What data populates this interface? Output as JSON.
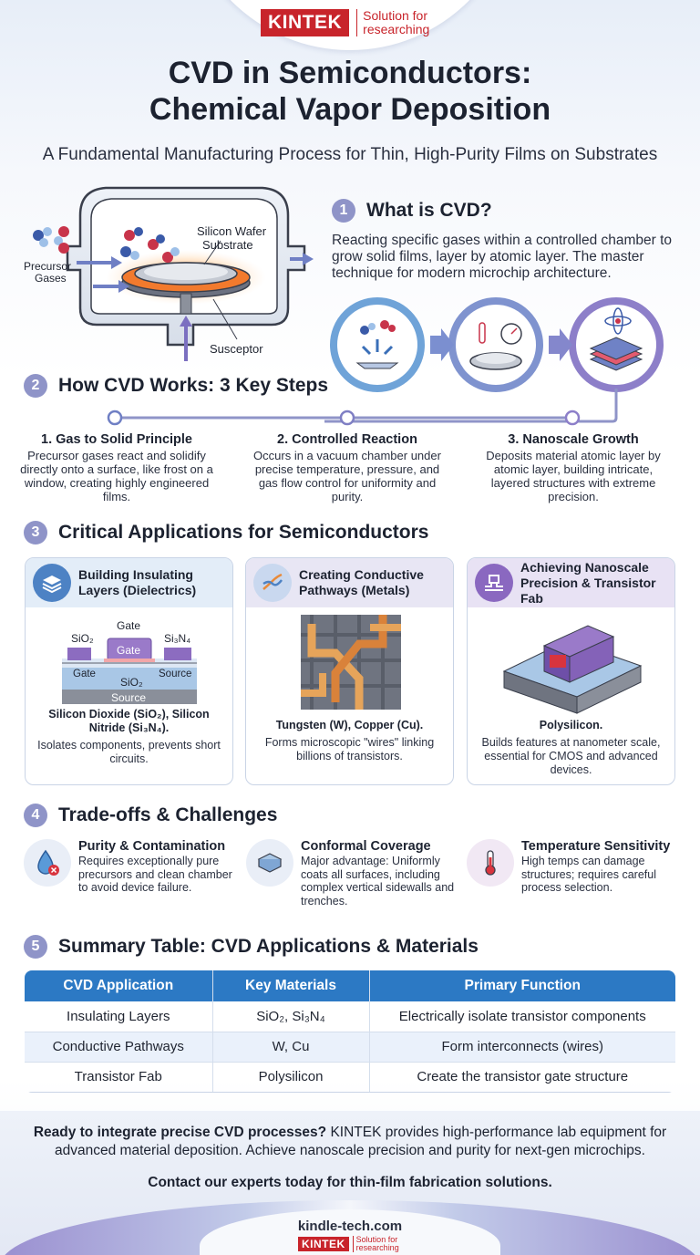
{
  "brand": {
    "logo": "KINTEK",
    "tagline_1": "Solution for",
    "tagline_2": "researching",
    "url": "kindle-tech.com",
    "color": "#c8242b"
  },
  "title_line1": "CVD in Semiconductors:",
  "title_line2": "Chemical Vapor Deposition",
  "subtitle": "A Fundamental Manufacturing Process for Thin, High-Purity Films on Substrates",
  "diagram": {
    "wafer_1": "Silicon Wafer",
    "wafer_2": "Substrate",
    "gases_1": "Precursor",
    "gases_2": "Gases",
    "susceptor": "Susceptor"
  },
  "sections": [
    {
      "num": "1",
      "title": "What is CVD?"
    },
    {
      "num": "2",
      "title": "How CVD Works: 3 Key Steps"
    },
    {
      "num": "3",
      "title": "Critical Applications for Semiconductors"
    },
    {
      "num": "4",
      "title": "Trade-offs & Challenges"
    },
    {
      "num": "5",
      "title": "Summary Table: CVD Applications & Materials"
    }
  ],
  "what_is": "Reacting specific gases within a controlled chamber to grow solid films, layer by atomic layer. The master technique for modern microchip architecture.",
  "steps": [
    {
      "title": "1. Gas to Solid Principle",
      "text": "Precursor gases react and solidify directly onto a surface, like frost on a window, creating highly engineered films."
    },
    {
      "title": "2. Controlled Reaction",
      "text": "Occurs in a vacuum chamber under precise temperature, pressure, and gas flow control for uniformity and purity."
    },
    {
      "title": "3. Nanoscale Growth",
      "text": "Deposits material atomic layer by atomic layer, building intricate, layered structures with extreme precision."
    }
  ],
  "cards": [
    {
      "title": "Building Insulating Layers (Dielectrics)",
      "bold": "Silicon Dioxide (SiO₂), Silicon Nitride (Si₃N₄).",
      "desc": "Isolates components, prevents short circuits."
    },
    {
      "title": "Creating Conductive Pathways (Metals)",
      "bold": "Tungsten (W), Copper (Cu).",
      "desc": "Forms microscopic \"wires\" linking billions of transistors."
    },
    {
      "title": "Achieving Nanoscale Precision & Transistor Fab",
      "bold": "Polysilicon.",
      "desc": "Builds features at nanometer scale, essential for CMOS and advanced devices."
    }
  ],
  "gate_diagram": {
    "sio2": "SiO₂",
    "gate": "Gate",
    "si3n4": "Si₃N₄",
    "gate_inner": "Gate",
    "gate_left": "Gate",
    "source_right": "Source",
    "sio2_mid": "SiO₂",
    "source_bottom": "Source"
  },
  "tradeoffs": [
    {
      "title": "Purity & Contamination",
      "text": "Requires exceptionally pure precursors and clean chamber to avoid device failure."
    },
    {
      "title": "Conformal Coverage",
      "text": "Major advantage: Uniformly coats all surfaces, including complex vertical sidewalls and trenches."
    },
    {
      "title": "Temperature Sensitivity",
      "text": "High temps can damage structures; requires careful process selection."
    }
  ],
  "table": {
    "headers": [
      "CVD Application",
      "Key Materials",
      "Primary Function"
    ],
    "rows": [
      [
        "Insulating Layers",
        "SiO₂, Si₃N₄",
        "Electrically isolate transistor components"
      ],
      [
        "Conductive Pathways",
        "W, Cu",
        "Form interconnects (wires)"
      ],
      [
        "Transistor Fab",
        "Polysilicon",
        "Create the transistor gate structure"
      ]
    ]
  },
  "cta": {
    "bold": "Ready to integrate precise CVD processes?",
    "text": " KINTEK provides high-performance lab equipment for advanced material deposition. Achieve nanoscale precision and purity for next-gen microchips.",
    "contact": "Contact our experts today for thin-film fabrication solutions."
  },
  "colors": {
    "accent_blue": "#2c79c4",
    "number_badge": "#8f94c8",
    "brand_red": "#c8242b"
  }
}
